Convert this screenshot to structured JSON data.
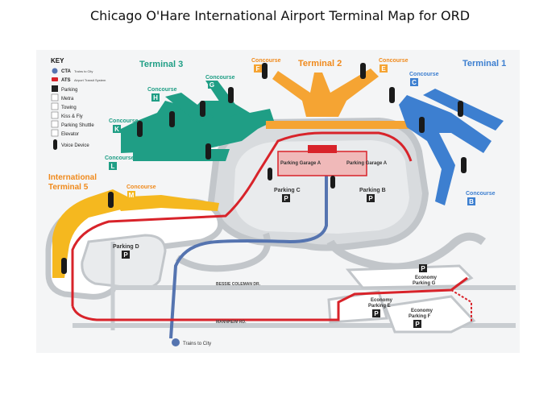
{
  "title": "Chicago O'Hare International Airport Terminal Map for ORD",
  "key": {
    "heading": "KEY",
    "items": [
      {
        "icon": "cta-icon",
        "label": "CTA",
        "sublabel": "Trains to City"
      },
      {
        "icon": "ats-icon",
        "label": "ATS",
        "sublabel": "Airport Transit System"
      },
      {
        "icon": "parking-icon",
        "label": "Parking"
      },
      {
        "icon": "metra-icon",
        "label": "Metra"
      },
      {
        "icon": "towing-icon",
        "label": "Towing"
      },
      {
        "icon": "kiss-fly-icon",
        "label": "Kiss & Fly"
      },
      {
        "icon": "parking-shuttle-icon",
        "label": "Parking Shuttle"
      },
      {
        "icon": "elevator-icon",
        "label": "Elevator"
      },
      {
        "icon": "voice-device-icon",
        "label": "Voice Device"
      }
    ]
  },
  "terminals": {
    "t1": "Terminal 1",
    "t2": "Terminal 2",
    "t3": "Terminal 3",
    "t5_line1": "International",
    "t5_line2": "Terminal 5"
  },
  "concourses": [
    {
      "id": "F",
      "name": "Concourse",
      "letter": "F"
    },
    {
      "id": "E",
      "name": "Concourse",
      "letter": "E"
    },
    {
      "id": "C",
      "name": "Concourse",
      "letter": "C"
    },
    {
      "id": "G",
      "name": "Concourse",
      "letter": "G"
    },
    {
      "id": "H",
      "name": "Concourse",
      "letter": "H"
    },
    {
      "id": "K",
      "name": "Concourse",
      "letter": "K"
    },
    {
      "id": "L",
      "name": "Concourse",
      "letter": "L"
    },
    {
      "id": "M",
      "name": "Concourse",
      "letter": "M"
    },
    {
      "id": "B",
      "name": "Concourse",
      "letter": "B"
    }
  ],
  "parking": {
    "garage_a_left": "Parking Garage A",
    "garage_a_right": "Parking Garage A",
    "parking_c": "Parking C",
    "parking_b": "Parking B",
    "parking_d": "Parking D",
    "economy_g_line1": "Economy",
    "economy_g_line2": "Parking G",
    "economy_e_line1": "Economy",
    "economy_e_line2": "Parking E",
    "economy_f_line1": "Economy",
    "economy_f_line2": "Parking F",
    "p_symbol": "P"
  },
  "roads": {
    "bessie_coleman": "BESSIE COLEMAN DR.",
    "mannheim": "MANNHEIM RD.",
    "trains_to_city": "Trains to City"
  },
  "colors": {
    "terminal1": "#3d7fd0",
    "terminal2": "#f5a433",
    "terminal3": "#1f9e85",
    "terminal5": "#f5b81f",
    "road": "#c9cdd1",
    "ats": "#d8232a",
    "cta": "#5574b0",
    "label_t1": "#3d7fd0",
    "label_t2": "#f08a1c",
    "label_t3": "#1f9e85",
    "label_t5": "#f08a1c"
  }
}
